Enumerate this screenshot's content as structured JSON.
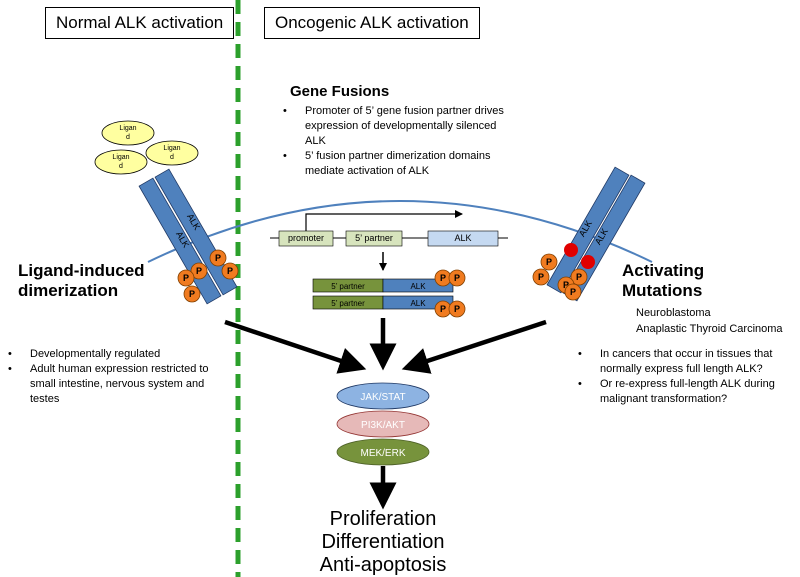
{
  "headers": {
    "normal": "Normal ALK activation",
    "oncogenic": "Oncogenic ALK activation"
  },
  "ligand": {
    "label_line1": "Ligan",
    "label_line2": "d"
  },
  "receptor": {
    "label": "ALK",
    "phospho": "P"
  },
  "normal": {
    "title_line1": "Ligand-induced",
    "title_line2": "dimerization",
    "bullets": [
      "Developmentally regulated",
      "Adult human expression restricted to small intestine, nervous system and testes"
    ]
  },
  "fusions": {
    "title": "Gene Fusions",
    "bullets": [
      "Promoter of 5’ gene fusion partner drives expression of developmentally silenced ALK",
      "5’ fusion partner dimerization domains mediate activation of ALK"
    ],
    "gene_segments": [
      "promoter",
      "5’ partner",
      "ALK"
    ],
    "fusion_protein": [
      "5’ partner",
      "ALK"
    ]
  },
  "mutations": {
    "title_line1": "Activating",
    "title_line2": "Mutations",
    "diseases": [
      "Neuroblastoma",
      "Anaplastic Thyroid Carcinoma"
    ],
    "bullets": [
      "In cancers that occur in tissues that normally express full length ALK?",
      "Or re-express full-length ALK during malignant transformation?"
    ]
  },
  "pathways": [
    "JAK/STAT",
    "PI3K/AKT",
    "MEK/ERK"
  ],
  "outcomes": [
    "Proliferation",
    "Differentiation",
    "Anti-apoptosis"
  ],
  "colors": {
    "divider": "#2ca02c",
    "receptor": "#4f81bd",
    "ligand": "#ffffa0",
    "phospho": "#f07b20",
    "mutation": "#e00000",
    "membrane": "#4f81bd",
    "gene_green": "#d7e4bd",
    "gene_blue": "#c5d9f1",
    "fusion_green": "#77933c",
    "fusion_blue": "#4f81bd",
    "jak": "#8db3e2",
    "pi3k": "#e6b9b8",
    "mek": "#77933c"
  }
}
